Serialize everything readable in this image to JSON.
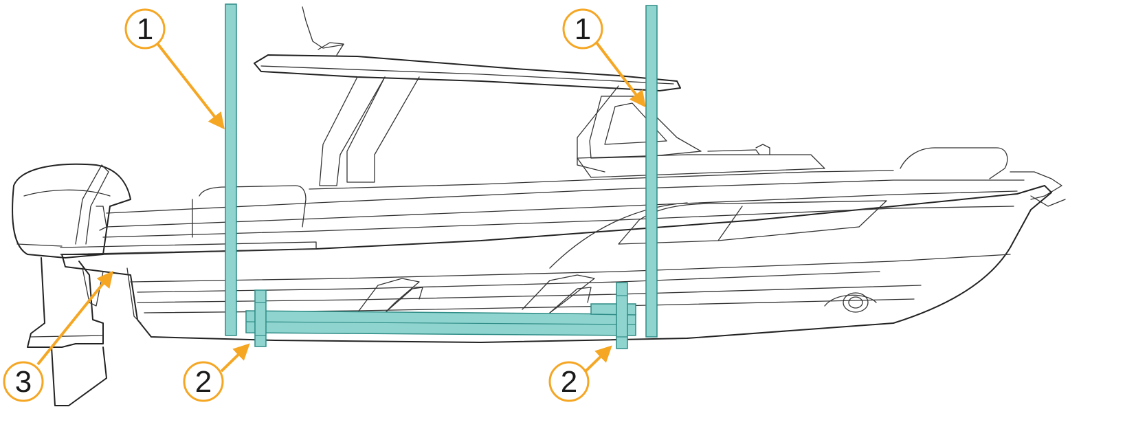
{
  "diagram": {
    "colors": {
      "strap": "#8fd4cf",
      "strap_outline": "#2f8c86",
      "callout_circle": "#f5a623",
      "callout_fill": "#ffffff",
      "arrow": "#f5a623",
      "hull_line": "#222222"
    },
    "callouts": [
      {
        "id": "lifting-strap-aft",
        "number": "1"
      },
      {
        "id": "lifting-strap-fwd",
        "number": "1"
      },
      {
        "id": "support-block-aft",
        "number": "2"
      },
      {
        "id": "support-block-fwd",
        "number": "2"
      },
      {
        "id": "outboard-trim",
        "number": "3"
      }
    ]
  }
}
